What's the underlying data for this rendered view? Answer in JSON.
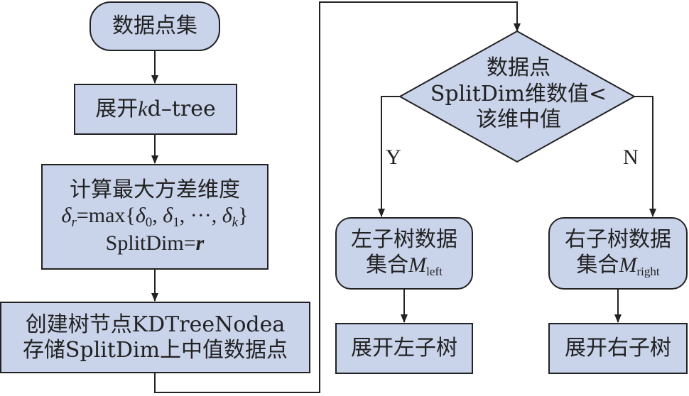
{
  "nodes": {
    "start": "数据点集",
    "expand_prefix": "展开",
    "expand_k": "k",
    "expand_suffix": "d–tree",
    "compute_title": "计算最大方差维度",
    "delta": "δ",
    "sub_r": "r",
    "eq_max": "=max{",
    "sub_0": "0",
    "sub_1": "1",
    "sub_k": "k",
    "comma": ",",
    "ellipsis": "···,",
    "close_brace": "}",
    "splitdim_eq": "SplitDim=",
    "r_bold": "r",
    "create_line1": "创建树节点KDTreeNodea",
    "create_line2": "存储SplitDim上中值数据点",
    "decision_line1": "数据点",
    "decision_line2": "SplitDim维数值<",
    "decision_line3": "该维中值",
    "yes": "Y",
    "no": "N",
    "left_line1": "左子树数据",
    "left_line2_prefix": "集合",
    "left_M": "M",
    "left_sub": "left",
    "right_line1": "右子树数据",
    "right_line2_prefix": "集合",
    "right_M": "M",
    "right_sub": "right",
    "expand_left": "展开左子树",
    "expand_right": "展开右子树"
  },
  "colors": {
    "node_fill": "#c9d3ea",
    "stroke": "#222222"
  }
}
